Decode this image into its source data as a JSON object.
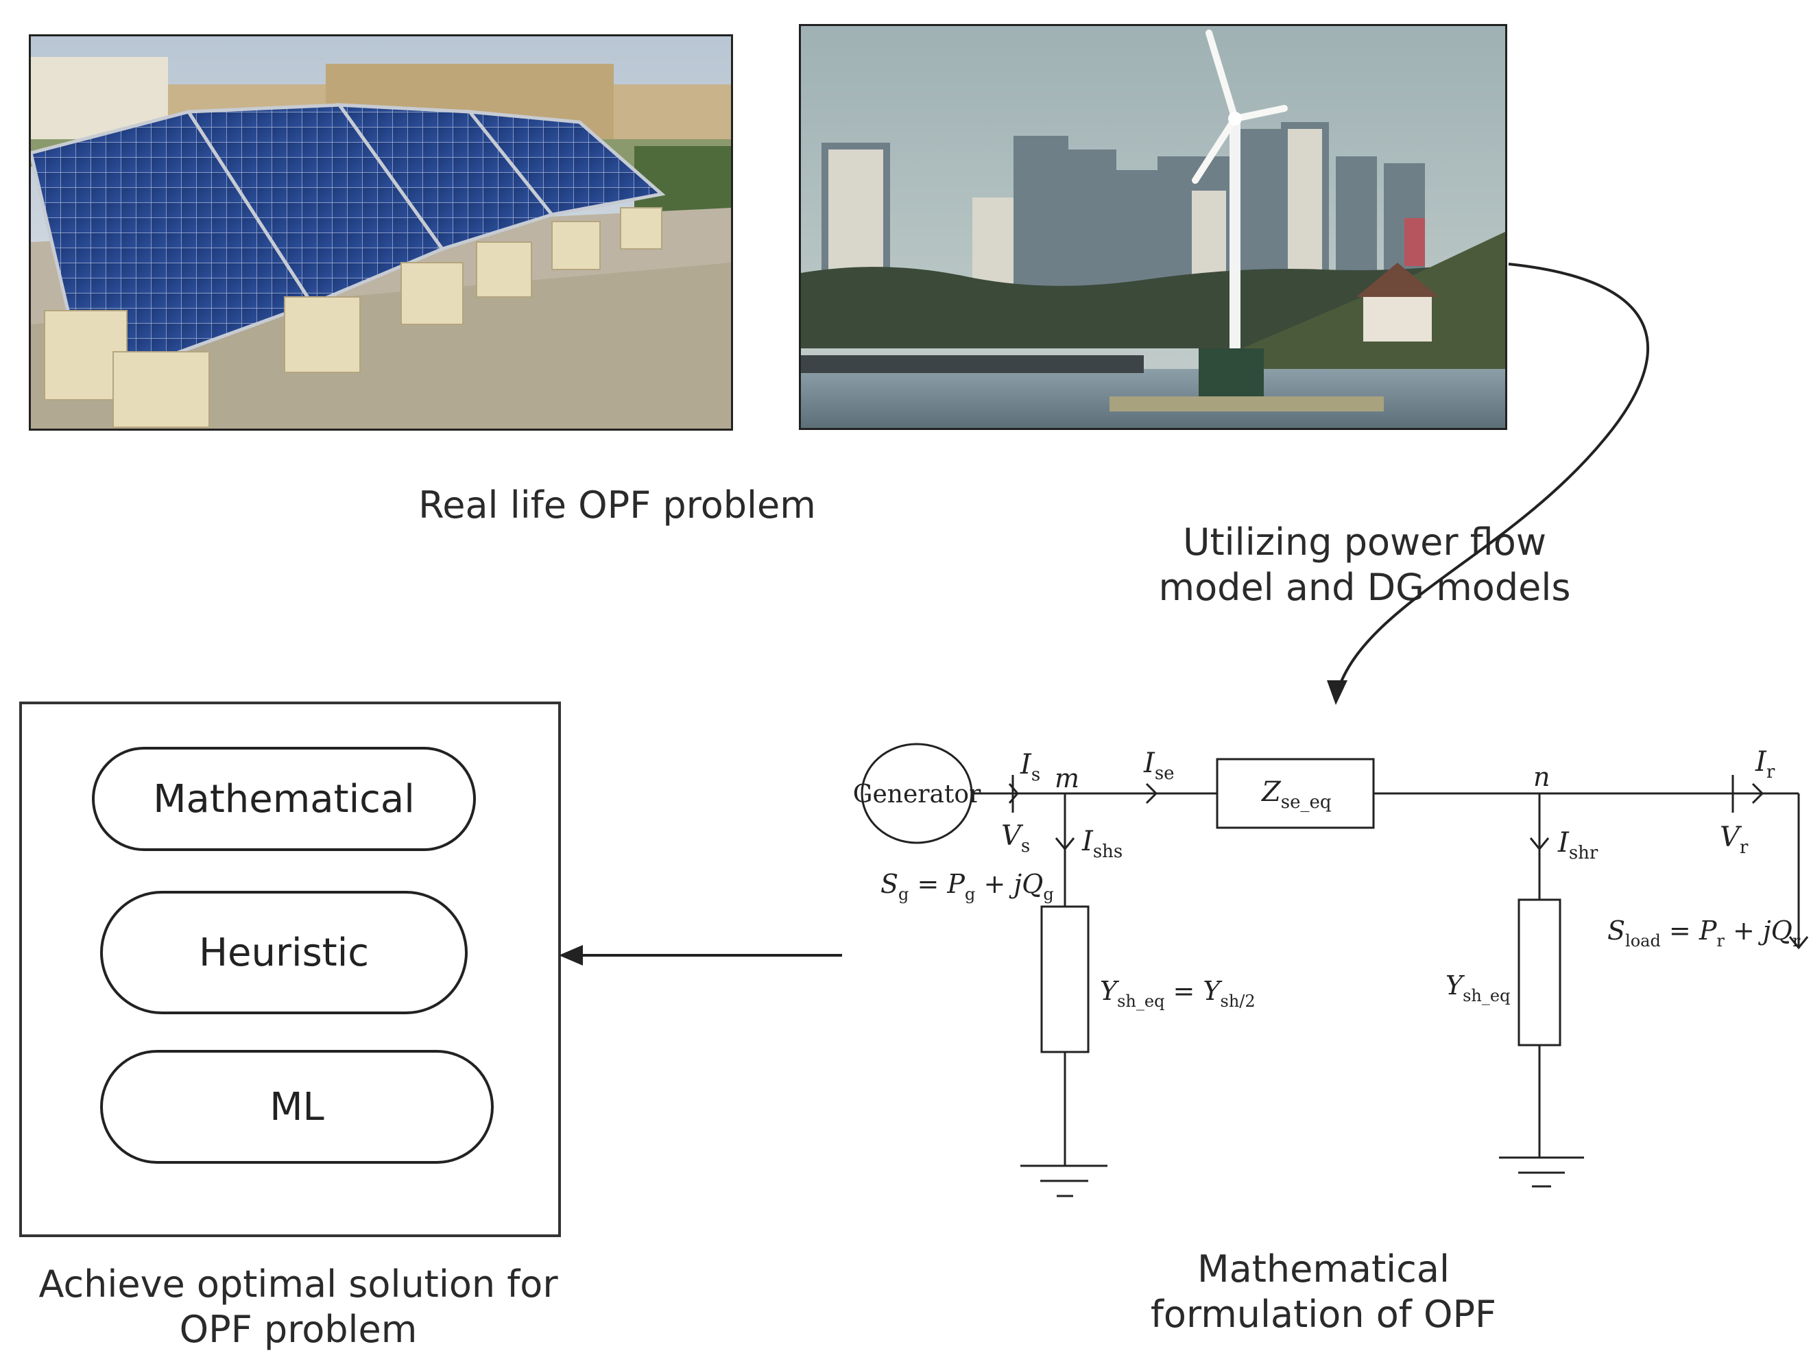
{
  "captions": {
    "real_life": "Real life OPF problem",
    "utilizing_line1": "Utilizing power flow",
    "utilizing_line2": "model and DG models",
    "math_line1": "Mathematical",
    "math_line2": "formulation of OPF",
    "achieve_line1": "Achieve optimal solution for",
    "achieve_line2": "OPF problem"
  },
  "methods": [
    {
      "label": "Mathematical"
    },
    {
      "label": "Heuristic"
    },
    {
      "label": "ML"
    }
  ],
  "circuit": {
    "generator": "Generator",
    "Is": "I",
    "Is_sub": "s",
    "Vs": "V",
    "Vs_sub": "s",
    "m": "m",
    "Ise": "I",
    "Ise_sub": "se",
    "Ishs": "I",
    "Ishs_sub": "shs",
    "Sg_eq": "S",
    "Sg_sub": "g",
    "Sg_rest": " = P",
    "Sg_sub2": "g",
    "Sg_rest2": " + jQ",
    "Sg_sub3": "g",
    "Z": "Z",
    "Z_sub": "se_eq",
    "n": "n",
    "Ishr": "I",
    "Ishr_sub": "shr",
    "Ir": "I",
    "Ir_sub": "r",
    "Vr": "V",
    "Vr_sub": "r",
    "Sload": "S",
    "Sload_sub": "load",
    "Sload_rest": " = P",
    "Sload_sub2": "r",
    "Sload_rest2": " + jQ",
    "Sload_sub3": "r",
    "Ysh_left": "Y",
    "Ysh_left_sub": "sh_eq",
    "Ysh_left_rest": " = Y",
    "Ysh_left_sub2": "sh/2",
    "Ysh_right": "Y",
    "Ysh_right_sub": "sh_eq"
  },
  "images": {
    "left": "solar-panels-photo",
    "right": "wind-turbine-city-photo"
  }
}
